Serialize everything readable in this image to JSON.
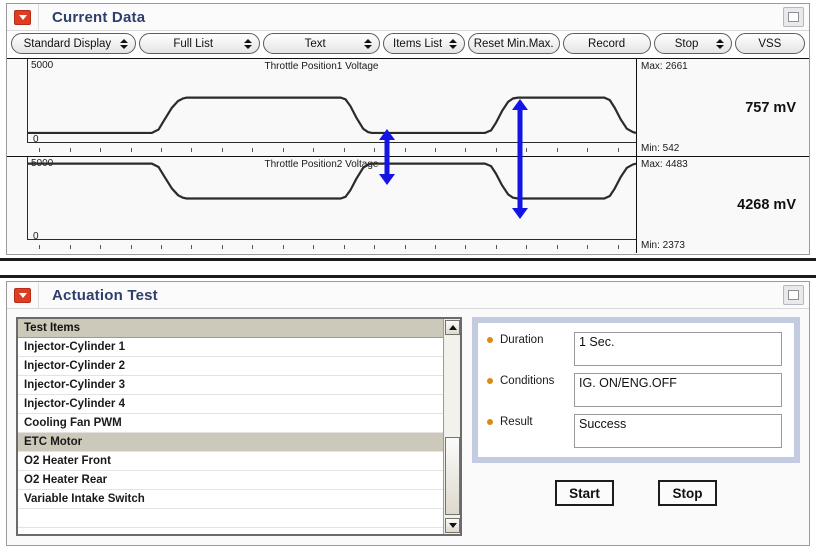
{
  "current_data": {
    "title": "Current Data",
    "icon": "red-dropdown-icon",
    "maximize_icon": "maximize-icon",
    "toolbar": [
      {
        "label": "Standard Display",
        "spinner": true,
        "width": 128
      },
      {
        "label": "Full List",
        "spinner": true,
        "width": 124
      },
      {
        "label": "Text",
        "spinner": true,
        "width": 120
      },
      {
        "label": "Items List",
        "spinner": true,
        "width": 84
      },
      {
        "label": "Reset Min.Max.",
        "spinner": false,
        "width": 92
      },
      {
        "label": "Record",
        "spinner": false,
        "width": 90
      },
      {
        "label": "Stop",
        "spinner": true,
        "width": 80
      },
      {
        "label": "VSS",
        "spinner": false,
        "width": 72
      }
    ],
    "graphs": [
      {
        "title": "Throttle Position1 Voltage",
        "y_max_label": "5000",
        "y_min_label": "0",
        "max_label": "Max: 2661",
        "min_label": "Min: 542",
        "value": "757 mV",
        "marker_color": "#1414e6"
      },
      {
        "title": "Throttle Position2 Voltage",
        "y_max_label": "5000",
        "y_min_label": "0",
        "max_label": "Max: 4483",
        "min_label": "Min: 2373",
        "value": "4268 mV",
        "marker_color": "#1414e6"
      }
    ]
  },
  "chart_data": [
    {
      "type": "line",
      "title": "Throttle Position1 Voltage",
      "ylabel": "mV",
      "ylim": [
        0,
        5000
      ],
      "grid": false,
      "legend": "none",
      "max": 2661,
      "min": 542,
      "current_value": 757,
      "units": "mV",
      "x": [
        0,
        0.21,
        0.235,
        0.255,
        0.275,
        0.52,
        0.545,
        0.565,
        0.585,
        0.76,
        0.785,
        0.805,
        0.825,
        0.955,
        0.98,
        1.0
      ],
      "y": [
        542,
        542,
        800,
        2300,
        2661,
        2661,
        2400,
        900,
        542,
        542,
        800,
        2300,
        2661,
        2661,
        1000,
        600
      ]
    },
    {
      "type": "line",
      "title": "Throttle Position2 Voltage",
      "ylabel": "mV",
      "ylim": [
        0,
        5000
      ],
      "grid": false,
      "legend": "none",
      "max": 4483,
      "min": 2373,
      "current_value": 4268,
      "units": "mV",
      "x": [
        0,
        0.21,
        0.235,
        0.255,
        0.275,
        0.52,
        0.545,
        0.565,
        0.585,
        0.76,
        0.785,
        0.805,
        0.825,
        0.955,
        0.98,
        1.0
      ],
      "y": [
        4483,
        4483,
        4200,
        2700,
        2373,
        2373,
        2600,
        4100,
        4483,
        4483,
        4200,
        2700,
        2373,
        2373,
        3900,
        4400
      ]
    }
  ],
  "actuation_test": {
    "title": "Actuation Test",
    "icon": "red-dropdown-icon",
    "maximize_icon": "maximize-icon",
    "list_header": "Test Items",
    "items": [
      {
        "label": "Injector-Cylinder 1",
        "selected": false
      },
      {
        "label": "Injector-Cylinder 2",
        "selected": false
      },
      {
        "label": "Injector-Cylinder 3",
        "selected": false
      },
      {
        "label": "Injector-Cylinder 4",
        "selected": false
      },
      {
        "label": "Cooling Fan PWM",
        "selected": false
      },
      {
        "label": "ETC Motor",
        "selected": true
      },
      {
        "label": "O2 Heater Front",
        "selected": false
      },
      {
        "label": "O2 Heater Rear",
        "selected": false
      },
      {
        "label": "Variable Intake Switch",
        "selected": false
      }
    ],
    "scrollbar": {
      "up_icon": "scroll-up-icon",
      "down_icon": "scroll-down-icon"
    },
    "fields": [
      {
        "label": "Duration",
        "value": "1 Sec."
      },
      {
        "label": "Conditions",
        "value": "IG. ON/ENG.OFF"
      },
      {
        "label": "Result",
        "value": "Success"
      }
    ],
    "buttons": [
      {
        "label": "Start"
      },
      {
        "label": "Stop"
      }
    ]
  }
}
